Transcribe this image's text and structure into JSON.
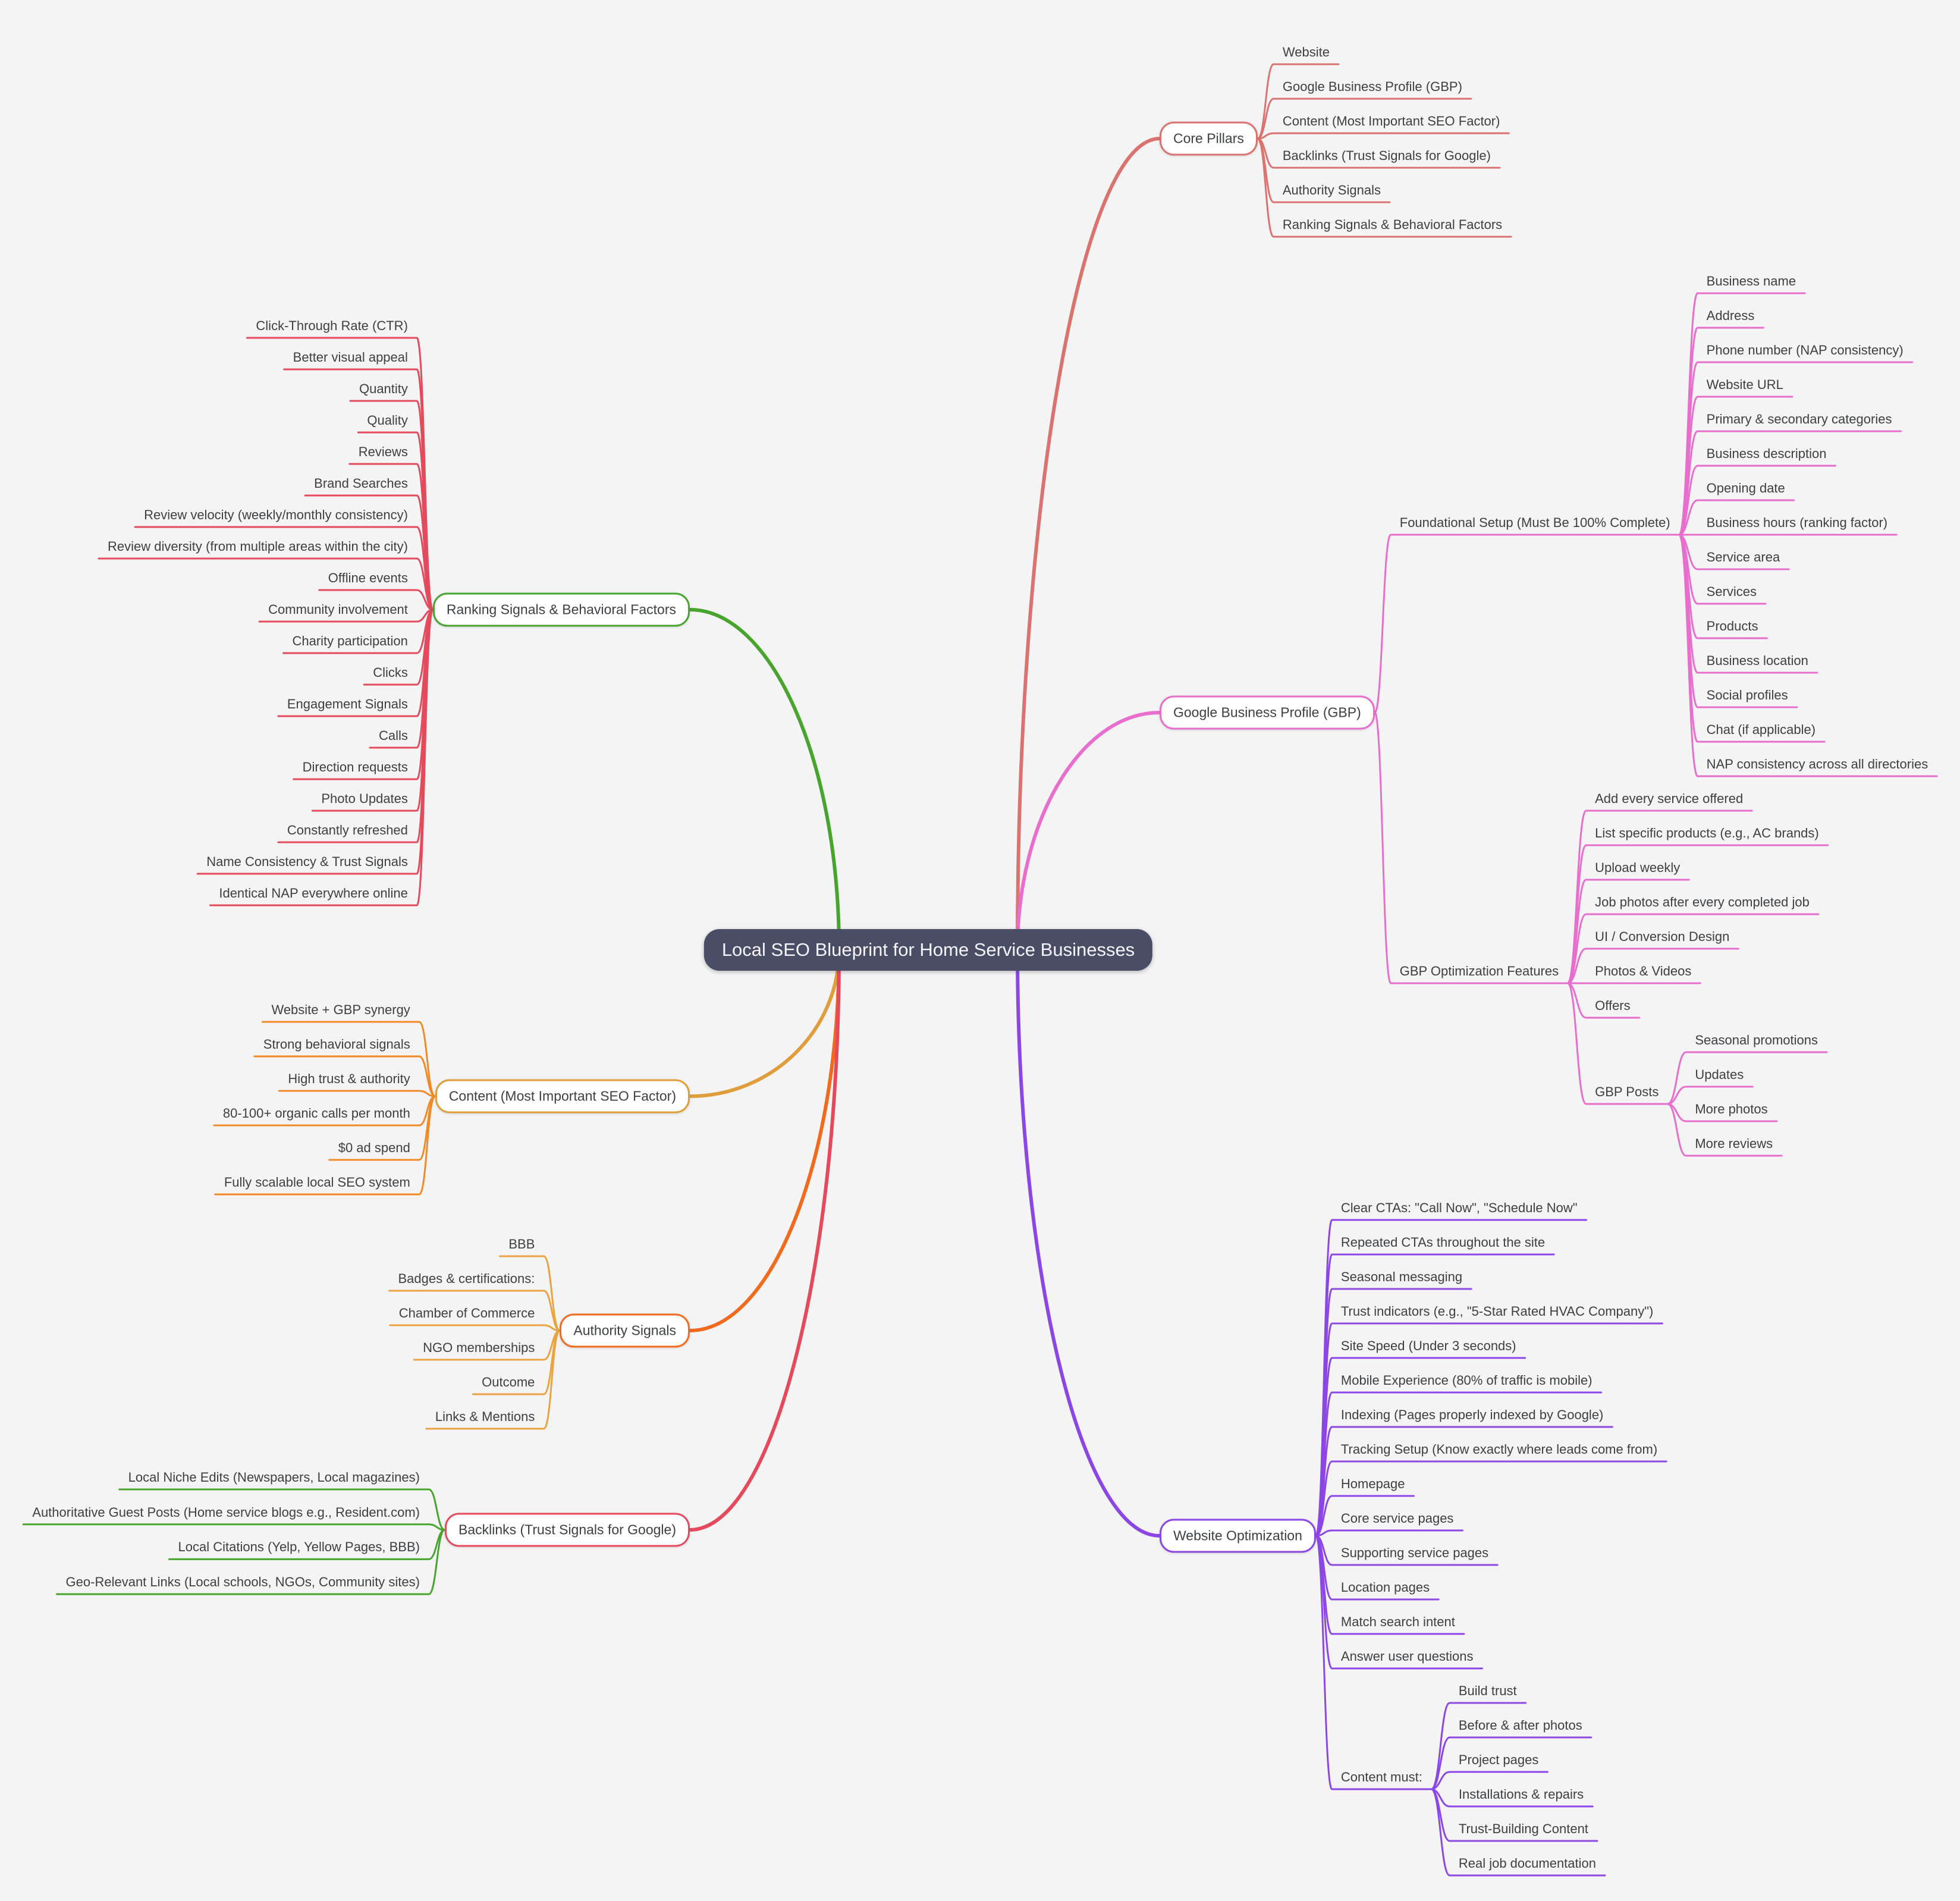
{
  "canvas": {
    "background": "#F5F4F4",
    "central_fill": "#494D66",
    "central_text_color": "#F5F5FA",
    "node_text_color": "#3C4043"
  },
  "root": {
    "label": "Local SEO Blueprint for Home Service Businesses"
  },
  "branches": [
    {
      "id": "core-pillars",
      "label": "Core Pillars",
      "side": "right",
      "color": "#DA736F",
      "children": [
        {
          "label": "Website"
        },
        {
          "label": "Google Business Profile (GBP)"
        },
        {
          "label": "Content (Most Important SEO Factor)"
        },
        {
          "label": "Backlinks (Trust Signals for Google)"
        },
        {
          "label": "Authority Signals"
        },
        {
          "label": "Ranking Signals & Behavioral Factors"
        }
      ]
    },
    {
      "id": "gbp",
      "label": "Google Business Profile (GBP)",
      "side": "right",
      "color": "#E86ECD",
      "children": [
        {
          "label": "Foundational Setup (Must Be 100% Complete)",
          "children": [
            {
              "label": "Business name"
            },
            {
              "label": "Address"
            },
            {
              "label": "Phone number (NAP consistency)"
            },
            {
              "label": "Website URL"
            },
            {
              "label": "Primary & secondary categories"
            },
            {
              "label": "Business description"
            },
            {
              "label": "Opening date"
            },
            {
              "label": "Business hours (ranking factor)"
            },
            {
              "label": "Service area"
            },
            {
              "label": "Services"
            },
            {
              "label": "Products"
            },
            {
              "label": "Business location"
            },
            {
              "label": "Social profiles"
            },
            {
              "label": "Chat (if applicable)"
            },
            {
              "label": "NAP consistency across all directories"
            }
          ]
        },
        {
          "label": "GBP Optimization Features",
          "children": [
            {
              "label": "Add every service offered"
            },
            {
              "label": "List specific products (e.g., AC brands)"
            },
            {
              "label": "Upload weekly"
            },
            {
              "label": "Job photos after every completed job"
            },
            {
              "label": "UI / Conversion Design"
            },
            {
              "label": "Photos & Videos"
            },
            {
              "label": "Offers"
            },
            {
              "label": "GBP Posts",
              "children": [
                {
                  "label": "Seasonal promotions"
                },
                {
                  "label": "Updates"
                },
                {
                  "label": "More photos"
                },
                {
                  "label": "More reviews"
                }
              ]
            }
          ]
        }
      ]
    },
    {
      "id": "website-optimization",
      "label": "Website Optimization",
      "side": "right",
      "color": "#8C46E6",
      "children": [
        {
          "label": "Clear CTAs: \"Call Now\", \"Schedule Now\""
        },
        {
          "label": "Repeated CTAs throughout the site"
        },
        {
          "label": "Seasonal messaging"
        },
        {
          "label": "Trust indicators (e.g., \"5-Star Rated HVAC Company\")"
        },
        {
          "label": "Site Speed (Under 3 seconds)"
        },
        {
          "label": "Mobile Experience (80% of traffic is mobile)"
        },
        {
          "label": "Indexing (Pages properly indexed by Google)"
        },
        {
          "label": "Tracking Setup (Know exactly where leads come from)"
        },
        {
          "label": "Homepage"
        },
        {
          "label": "Core service pages"
        },
        {
          "label": "Supporting service pages"
        },
        {
          "label": "Location pages"
        },
        {
          "label": "Match search intent"
        },
        {
          "label": "Answer user questions"
        },
        {
          "label": "Content must:",
          "children": [
            {
              "label": "Build trust"
            },
            {
              "label": "Before & after photos"
            },
            {
              "label": "Project pages"
            },
            {
              "label": "Installations & repairs"
            },
            {
              "label": "Trust-Building Content"
            },
            {
              "label": "Real job documentation"
            }
          ]
        }
      ]
    },
    {
      "id": "ranking-signals",
      "label": "Ranking Signals & Behavioral Factors",
      "side": "left",
      "color": "#47A52E",
      "child_color": "#E54A5C",
      "children": [
        {
          "label": "Click-Through Rate (CTR)"
        },
        {
          "label": "Better visual appeal"
        },
        {
          "label": "Quantity"
        },
        {
          "label": "Quality"
        },
        {
          "label": "Reviews"
        },
        {
          "label": "Brand Searches"
        },
        {
          "label": "Review velocity (weekly/monthly consistency)"
        },
        {
          "label": "Review diversity (from multiple areas within the city)"
        },
        {
          "label": "Offline events"
        },
        {
          "label": "Community involvement"
        },
        {
          "label": "Charity participation"
        },
        {
          "label": "Clicks"
        },
        {
          "label": "Engagement Signals"
        },
        {
          "label": "Calls"
        },
        {
          "label": "Direction requests"
        },
        {
          "label": "Photo Updates"
        },
        {
          "label": "Constantly refreshed"
        },
        {
          "label": "Name Consistency & Trust Signals"
        },
        {
          "label": "Identical NAP everywhere online"
        }
      ]
    },
    {
      "id": "content",
      "label": "Content (Most Important SEO Factor)",
      "side": "left",
      "color": "#DF9E3B",
      "child_color": "#F08A28",
      "children": [
        {
          "label": "Website + GBP synergy"
        },
        {
          "label": "Strong behavioral signals"
        },
        {
          "label": "High trust & authority"
        },
        {
          "label": "80-100+ organic calls per month"
        },
        {
          "label": "$0 ad spend"
        },
        {
          "label": "Fully scalable local SEO system"
        }
      ]
    },
    {
      "id": "authority-signals",
      "label": "Authority Signals",
      "side": "left",
      "color": "#F26A1D",
      "child_color": "#E9A441",
      "children": [
        {
          "label": "BBB"
        },
        {
          "label": "Badges & certifications:"
        },
        {
          "label": "Chamber of Commerce"
        },
        {
          "label": "NGO memberships"
        },
        {
          "label": "Outcome"
        },
        {
          "label": "Links & Mentions"
        }
      ]
    },
    {
      "id": "backlinks",
      "label": "Backlinks (Trust Signals for Google)",
      "side": "left",
      "color": "#E54A5C",
      "child_color": "#47A52E",
      "children": [
        {
          "label": "Local Niche Edits (Newspapers, Local magazines)"
        },
        {
          "label": "Authoritative Guest Posts (Home service blogs e.g., Resident.com)"
        },
        {
          "label": "Local Citations (Yelp, Yellow Pages, BBB)"
        },
        {
          "label": "Geo-Relevant Links (Local schools, NGOs, Community sites)"
        }
      ]
    }
  ]
}
